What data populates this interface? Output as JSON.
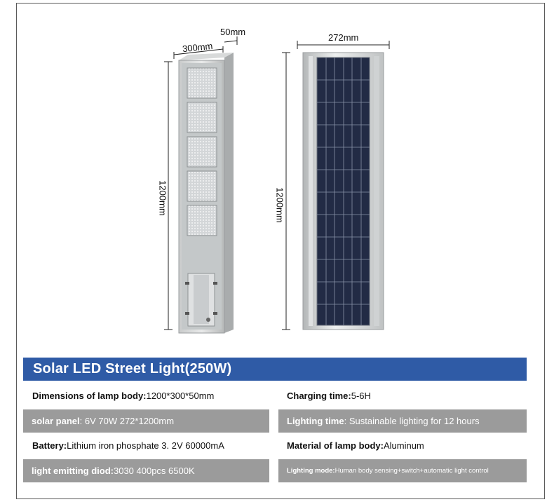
{
  "dimensions": {
    "top_width": "300mm",
    "top_depth": "50mm",
    "panel_width": "272mm",
    "left_height": "1200mm",
    "right_height": "1200mm"
  },
  "title": "Solar LED Street Light(250W)",
  "specs": {
    "dimensions_label": "Dimensions of lamp body:",
    "dimensions_value": "1200*300*50mm",
    "charging_label": "Charging time:",
    "charging_value": "5-6H",
    "solar_panel_label": "solar panel",
    "solar_panel_value": ": 6V  70W  272*1200mm",
    "lighting_time_label": "Lighting time",
    "lighting_time_value": ": Sustainable lighting for 12 hours",
    "battery_label": "Battery:",
    "battery_value": "Lithium iron phosphate  3. 2V  60000mA",
    "material_label": "Material of lamp body:",
    "material_value": "Aluminum",
    "diode_label": "light emitting diod:",
    "diode_value": "3030  400pcs  6500K",
    "lighting_mode_label": "Lighting mode:",
    "lighting_mode_value": "Human body sensing+switch+automatic light control"
  },
  "colors": {
    "banner": "#2f5ba6",
    "grey_row": "#9b9b9b",
    "frame": "#5a5a5a"
  }
}
